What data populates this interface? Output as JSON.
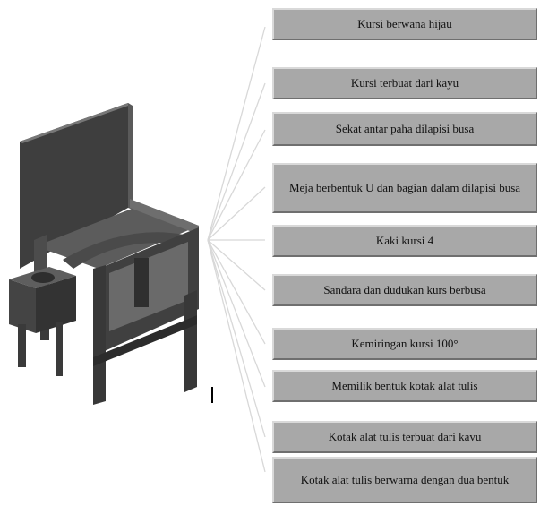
{
  "labels": [
    "Kursi berwana hijau",
    "Kursi terbuat dari kayu",
    "Sekat antar paha dilapisi busa",
    "Meja berbentuk U dan bagian dalam dilapisi busa",
    "Kaki kursi 4",
    "Sandara dan dudukan kurs berbusa",
    "Kemiringan  kursi 100°",
    "Memilik bentuk kotak alat tulis",
    "Kotak alat tulis terbuat dari kavu",
    "Kotak alat tulis berwarna dengan dua bentuk"
  ],
  "colors": {
    "box_fill": "#a8a8a8",
    "chair_dark": "#3c3c3c",
    "chair_mid": "#555555",
    "chair_light": "#6a6a6a",
    "connector": "#d8d8d8"
  },
  "icons": {
    "illustration": "chair-with-desk-3d-model"
  }
}
